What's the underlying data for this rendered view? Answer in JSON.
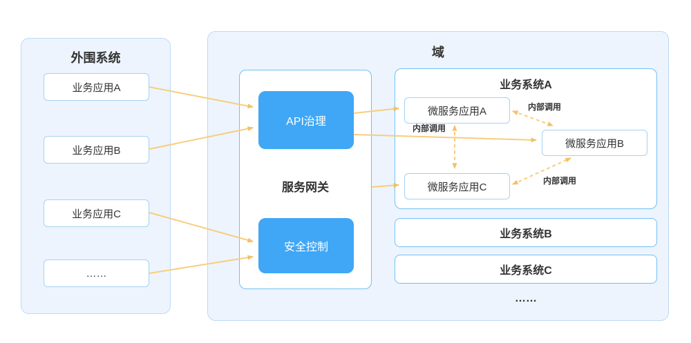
{
  "diagram": {
    "left_panel": {
      "title": "外围系统",
      "items": [
        {
          "label": "业务应用A"
        },
        {
          "label": "业务应用B"
        },
        {
          "label": "业务应用C"
        },
        {
          "label": "……"
        }
      ]
    },
    "domain_panel": {
      "title": "域",
      "gateway": {
        "title": "服务网关",
        "modules": [
          {
            "label": "API治理"
          },
          {
            "label": "安全控制"
          }
        ]
      },
      "system_a": {
        "title": "业务系统A",
        "services": [
          {
            "label": "微服务应用A"
          },
          {
            "label": "微服务应用B"
          },
          {
            "label": "微服务应用C"
          }
        ]
      },
      "other_systems": [
        {
          "label": "业务系统B"
        },
        {
          "label": "业务系统C"
        }
      ],
      "ellipsis": "……"
    },
    "arrow_labels": {
      "internal_call_1": "内部调用",
      "internal_call_2": "内部调用",
      "internal_call_3": "内部调用"
    },
    "colors": {
      "panel_fill": "#edf4fd",
      "panel_border": "#bdd9f6",
      "light_box_border": "#a4d1f3",
      "strong_box_border": "#6fc0f5",
      "solid_box_fill": "#3fa7f5",
      "arrow": "#f8cd7d",
      "text": "#333333"
    }
  }
}
